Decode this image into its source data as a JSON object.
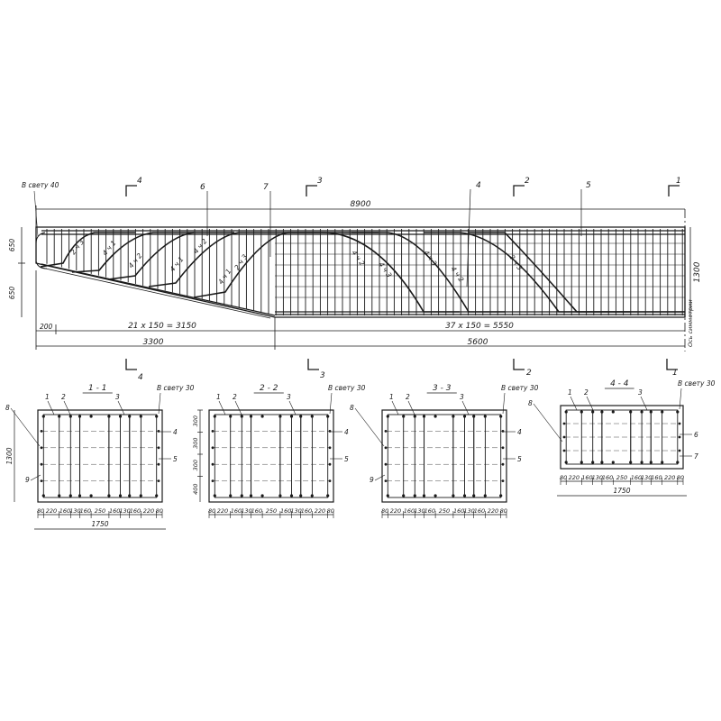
{
  "elevation": {
    "total_length": "8900",
    "total_height": "1300",
    "height_upper": "650",
    "height_lower": "650",
    "clear_cover_top": "В свету 40",
    "end_offset": "200",
    "spacing_left": "21 x 150 = 3150",
    "spacing_right": "37 x 150 = 5550",
    "length_left": "3300",
    "length_right": "5600",
    "axis_label": "Ось симметрии",
    "callouts": [
      "6",
      "7",
      "4",
      "5"
    ],
    "section_marks": [
      "4",
      "3",
      "2",
      "1"
    ],
    "bar_labels": [
      "2 ч 3",
      "4 ч 1",
      "4 ч 2",
      "4 ч 1",
      "4 ч 2",
      "2 ч 3",
      "4 ч 1",
      "4 ч 2",
      "4 ч 3",
      "4 ч 3",
      "4 ч 2",
      "2 ч 3"
    ]
  },
  "sections": [
    {
      "title": "1 - 1",
      "clear_cover": "В свету 30",
      "height": "1300",
      "width": "1750",
      "dims": [
        "80",
        "220",
        "160",
        "130",
        "160",
        "250",
        "160",
        "130",
        "160",
        "220",
        "80"
      ],
      "left_callouts": [
        "8",
        "9"
      ],
      "top_callouts": [
        "1",
        "2",
        "3"
      ],
      "right_callouts": [
        "4",
        "5"
      ],
      "vert_dims": []
    },
    {
      "title": "2 - 2",
      "clear_cover": "В свету 30",
      "height": "",
      "width": "",
      "dims": [
        "80",
        "220",
        "160",
        "130",
        "160",
        "250",
        "160",
        "130",
        "160",
        "220",
        "80"
      ],
      "left_callouts": [],
      "top_callouts": [
        "1",
        "2",
        "3"
      ],
      "right_callouts": [
        "4",
        "5"
      ],
      "vert_dims": [
        "300",
        "300",
        "300",
        "400"
      ]
    },
    {
      "title": "3 - 3",
      "clear_cover": "В свету 30",
      "height": "",
      "width": "",
      "dims": [
        "80",
        "220",
        "160",
        "130",
        "160",
        "250",
        "160",
        "130",
        "160",
        "220",
        "80"
      ],
      "left_callouts": [
        "8",
        "9"
      ],
      "top_callouts": [
        "1",
        "2",
        "3"
      ],
      "right_callouts": [
        "4",
        "5"
      ],
      "vert_dims": []
    },
    {
      "title": "4 - 4",
      "clear_cover": "В свету 30",
      "height": "",
      "width": "1750",
      "dims": [
        "80",
        "220",
        "160",
        "130",
        "160",
        "250",
        "160",
        "130",
        "160",
        "220",
        "80"
      ],
      "left_callouts": [
        "8"
      ],
      "top_callouts": [
        "1",
        "2",
        "3"
      ],
      "right_callouts": [
        "6",
        "7"
      ],
      "vert_dims": []
    }
  ]
}
